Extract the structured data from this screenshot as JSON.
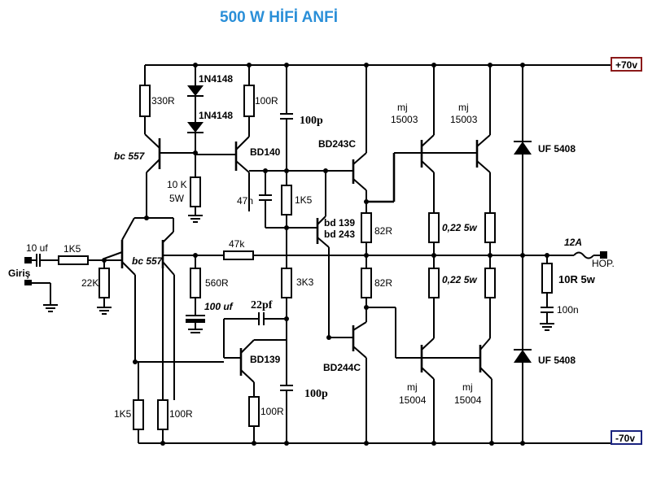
{
  "title": "500 W HİFİ ANFİ",
  "rails": {
    "positive": "+70v",
    "negative": "-70v",
    "pos_color": "#8b1a1a",
    "neg_color": "#1a237e"
  },
  "io": {
    "input": "Giriş",
    "output": "HOP.",
    "fuse": "12A"
  },
  "transistors": {
    "q_bc557_top": "bc 557",
    "q_bc557_pair": "bc 557",
    "q_bd140": "BD140",
    "q_bd139": "BD139",
    "q_bd243c": "BD243C",
    "q_bd244c": "BD244C",
    "q_vbe_1": "bd 139",
    "q_vbe_2": "bd 243",
    "mj_top_1a": "mj",
    "mj_top_1b": "15003",
    "mj_top_2a": "mj",
    "mj_top_2b": "15003",
    "mj_bot_1a": "mj",
    "mj_bot_1b": "15004",
    "mj_bot_2a": "mj",
    "mj_bot_2b": "15004"
  },
  "diodes": {
    "d1": "1N4148",
    "d2": "1N4148",
    "uf_top": "UF 5408",
    "uf_bot": "UF 5408"
  },
  "resistors": {
    "r_330": "330R",
    "r_100_top": "100R",
    "r_10k_a": "10 K",
    "r_10k_b": "5W",
    "r_1k5_mid": "1K5",
    "r_1k5_in": "1K5",
    "r_22k": "22K",
    "r_47k": "47k",
    "r_560": "560R",
    "r_3k3": "3K3",
    "r_82_top": "82R",
    "r_82_bot": "82R",
    "r_022_top": "0,22 5w",
    "r_022_bot": "0,22 5w",
    "r_1k5_bot": "1K5",
    "r_100_bot1": "100R",
    "r_100_bot2": "100R",
    "r_10r_5w": "10R 5w"
  },
  "capacitors": {
    "c_10uf": "10 uf",
    "c_100p_top": "100p",
    "c_47n": "47n",
    "c_100uf": "100 uf",
    "c_22pf": "22pf",
    "c_100p_bot": "100p",
    "c_100n": "100n"
  }
}
